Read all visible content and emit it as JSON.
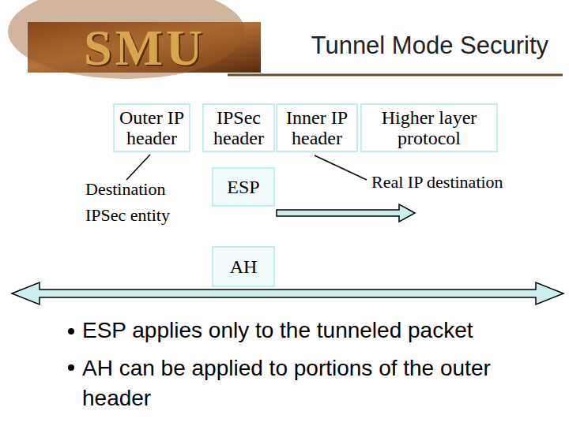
{
  "diagram": {
    "title": "Tunnel Mode Security",
    "nodes": [
      {
        "text": [
          "Outer IP header"
        ]
      },
      {
        "text": [
          "IPSec header"
        ]
      },
      {
        "text": [
          "Inner IP header"
        ]
      },
      {
        "text": [
          "Higher layer protocol"
        ]
      },
      {
        "text": [
          "ESP"
        ]
      },
      {
        "text": [
          "AH"
        ]
      }
    ],
    "labels": [
      "SMU",
      "Destination IPSec entity",
      "Real IP destination",
      "ESP applies only to the tunneled packet",
      "AH can be applied to portions of the outer header"
    ]
  }
}
